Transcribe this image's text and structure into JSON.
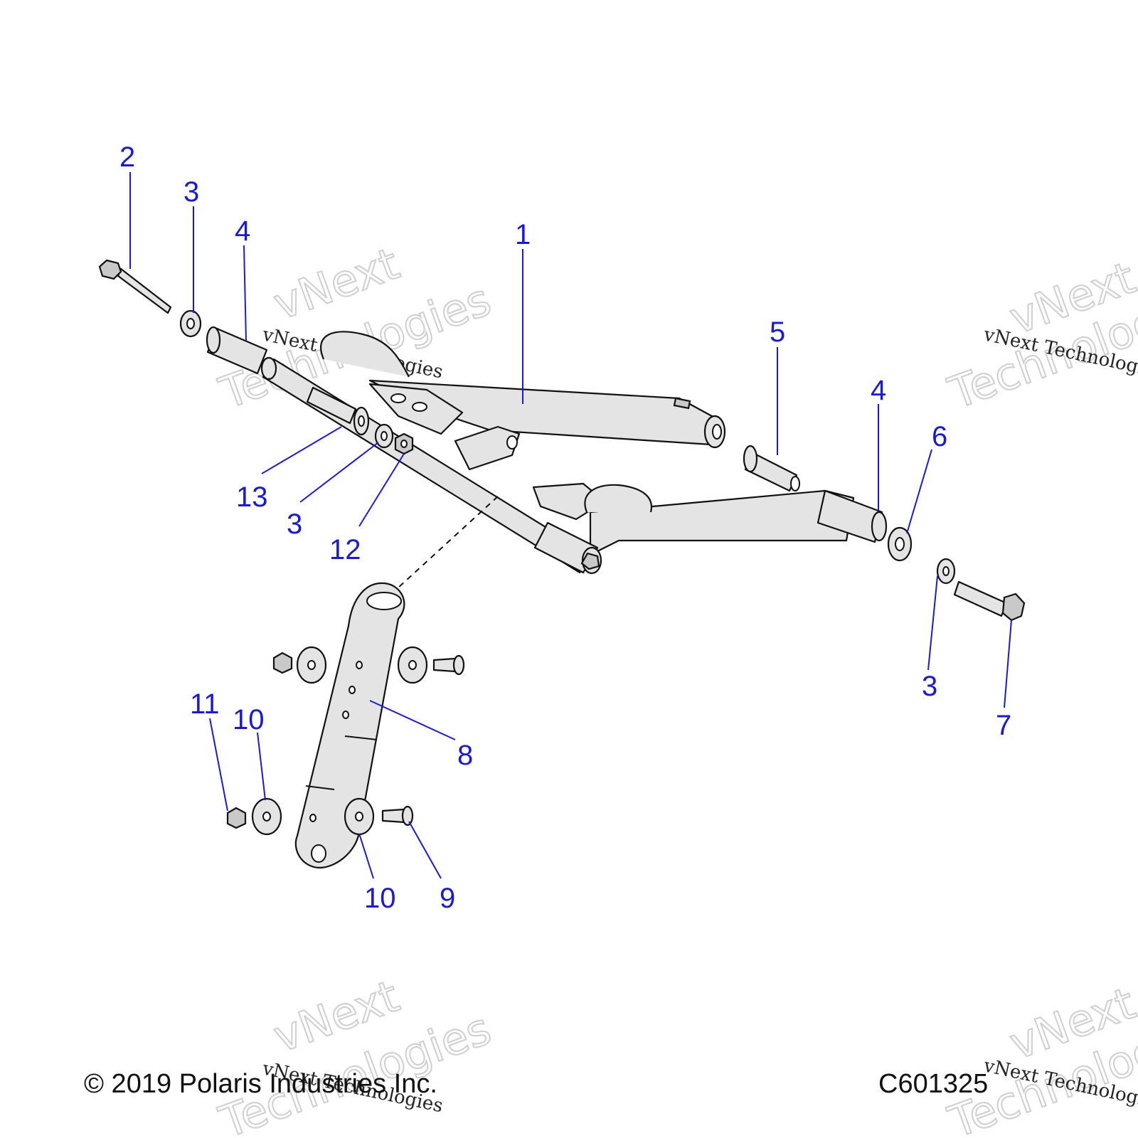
{
  "callouts": {
    "c1": "1",
    "c2": "2",
    "c3a": "3",
    "c3b": "3",
    "c3c": "3",
    "c4a": "4",
    "c4b": "4",
    "c5": "5",
    "c6": "6",
    "c7": "7",
    "c8": "8",
    "c9": "9",
    "c10a": "10",
    "c10b": "10",
    "c11": "11",
    "c12": "12",
    "c13": "13"
  },
  "footer": {
    "copyright": "© 2019 Polaris Industries Inc.",
    "diagram_code": "C601325"
  },
  "watermark": {
    "line_small": "vNext Technologies",
    "line_big_1": "vNext",
    "line_big_2": "Technologies"
  },
  "colors": {
    "callout": "#1a1ad6",
    "part_fill": "#e4e4e4",
    "outline": "#111111"
  }
}
